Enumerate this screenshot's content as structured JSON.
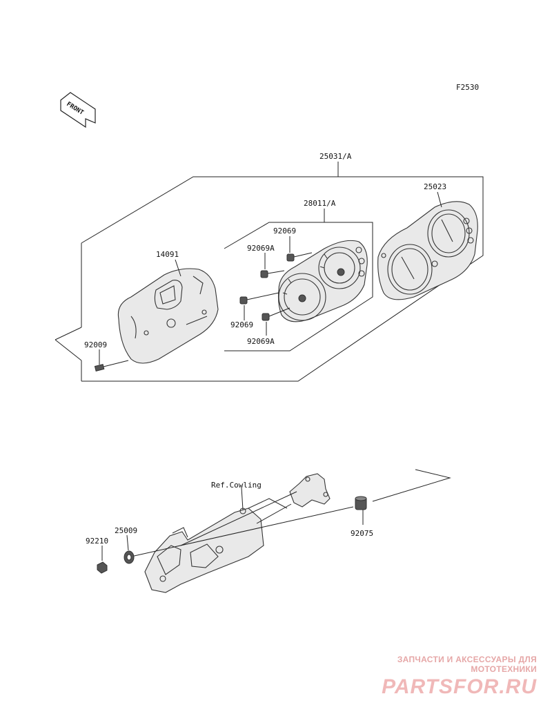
{
  "figure_code": "F2530",
  "front_label": "FRONT",
  "labels": {
    "meter_assy": "25031/A",
    "meter_unit": "28011/A",
    "meter_cover": "25023",
    "meter_case": "14091",
    "screw": "92009",
    "bolt_a1": "92069",
    "bolt_a2": "92069A",
    "bolt_b1": "92069",
    "bolt_b2": "92069A",
    "ref_cowling": "Ref.Cowling",
    "nut": "92210",
    "washer": "25009",
    "damper": "92075"
  },
  "watermark": {
    "tagline": "ЗАПЧАСТИ И АКСЕССУАРЫ ДЛЯ МОТОТЕХНИКИ",
    "logo": "PARTSFOR.RU"
  }
}
